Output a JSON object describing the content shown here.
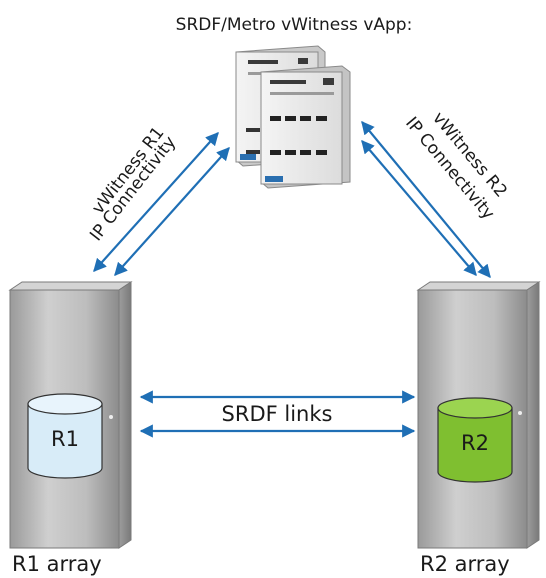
{
  "diagram": {
    "title": "SRDF/Metro vWitness vApp:",
    "link_r1": {
      "line1": "vWitness R1",
      "line2": "IP Connectivity"
    },
    "link_r2": {
      "line1": "vWitness R2",
      "line2": "IP Connectivity"
    },
    "srdf_links": "SRDF links",
    "r1": {
      "disk_label": "R1",
      "array_label": "R1 array",
      "disk_color": "#d8ecf8"
    },
    "r2": {
      "disk_label": "R2",
      "array_label": "R2 array",
      "disk_color": "#8cc63f"
    },
    "colors": {
      "arrow": "#1f6fb5",
      "cabinet": "#b9b9b9",
      "cabinet_dark": "#8a8a8a"
    }
  }
}
